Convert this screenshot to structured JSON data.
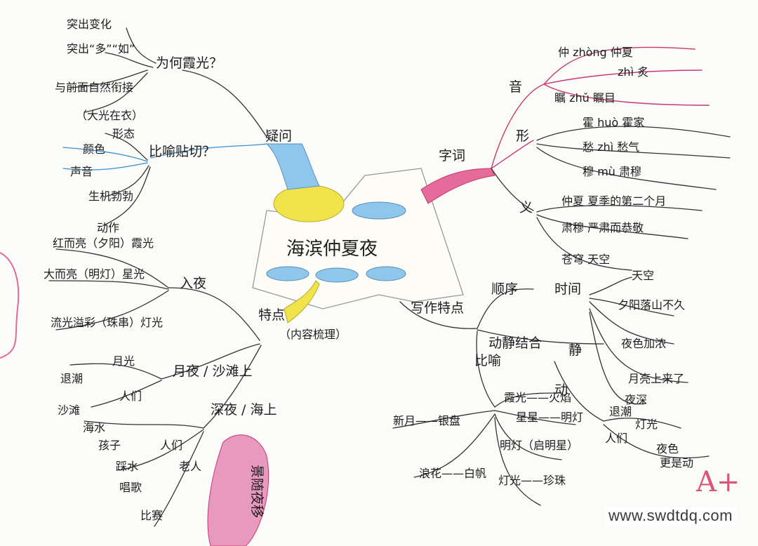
{
  "center": {
    "title": "海滨仲夏夜"
  },
  "branches": {
    "questions": {
      "label": "疑问",
      "q1": {
        "label": "为何霞光？",
        "children": [
          "突出变化",
          "突出“多”“如”",
          "与前面自然衔接",
          "（大光在衣）"
        ]
      },
      "q2": {
        "label": "比喻贴切？",
        "children": [
          "形态",
          "颜色",
          "声音",
          "生机勃勃",
          "动作"
        ]
      }
    },
    "characters": {
      "label": "字词",
      "pronunciation": {
        "label": "音",
        "items": [
          "仲 zhòng 仲夏",
          "瞩 zhǔ 瞩目",
          "zhì 炙"
        ]
      },
      "form": {
        "label": "形",
        "items": [
          "霍 huò 霍家",
          "愁 zhì 愁气",
          "穆 mù 肃穆"
        ]
      },
      "meaning": {
        "label": "义",
        "items": [
          "仲夏 夏季的第二个月",
          "肃穆 严肃而恭敬",
          "苍穹 天空"
        ]
      }
    },
    "features": {
      "label": "特点",
      "sublabel": "（内容梳理）",
      "night": {
        "label": "入夜",
        "children": [
          "红而亮（夕阳）霞光",
          "大而亮（明灯）星光",
          "流光溢彩（珠串）灯光"
        ]
      },
      "deepnight": {
        "label": "深夜 / 海上",
        "children": [
          "退潮",
          "沙滩",
          "海水",
          "人们",
          "孩子",
          "踩水",
          "唱歌",
          "老人",
          "比赛"
        ]
      },
      "dusk": {
        "label": "月夜 / 沙滩上",
        "children": [
          "月光",
          "人们"
        ]
      },
      "scenery": "景随夜移"
    },
    "writing": {
      "label": "写作特点",
      "order": {
        "label": "顺序",
        "time": "时间",
        "items": [
          "天空",
          "夕阳落山不久",
          "夜色加浓",
          "月亮上来了",
          "夜深"
        ]
      },
      "motion": {
        "label": "动静结合",
        "still": "静",
        "move": "动",
        "items": [
          "退潮",
          "人们",
          "灯光",
          "夜色",
          "更是动"
        ]
      },
      "metaphor": {
        "label": "比喻",
        "items": [
          "霞光——火焰",
          "星星——明灯",
          "明灯（启明星）",
          "灯光——珍珠",
          "新月——银盘",
          "浪花——白帆"
        ]
      }
    },
    "grade": "A+"
  },
  "watermark": "www.swdtdq.com",
  "colors": {
    "ink": "#1d1d1d",
    "pink": "#c73a6a",
    "blue": "#3b8fd4",
    "yellow": "#f1e44a",
    "sky": "#8fc6ec",
    "paper": "#fbfbf9"
  }
}
